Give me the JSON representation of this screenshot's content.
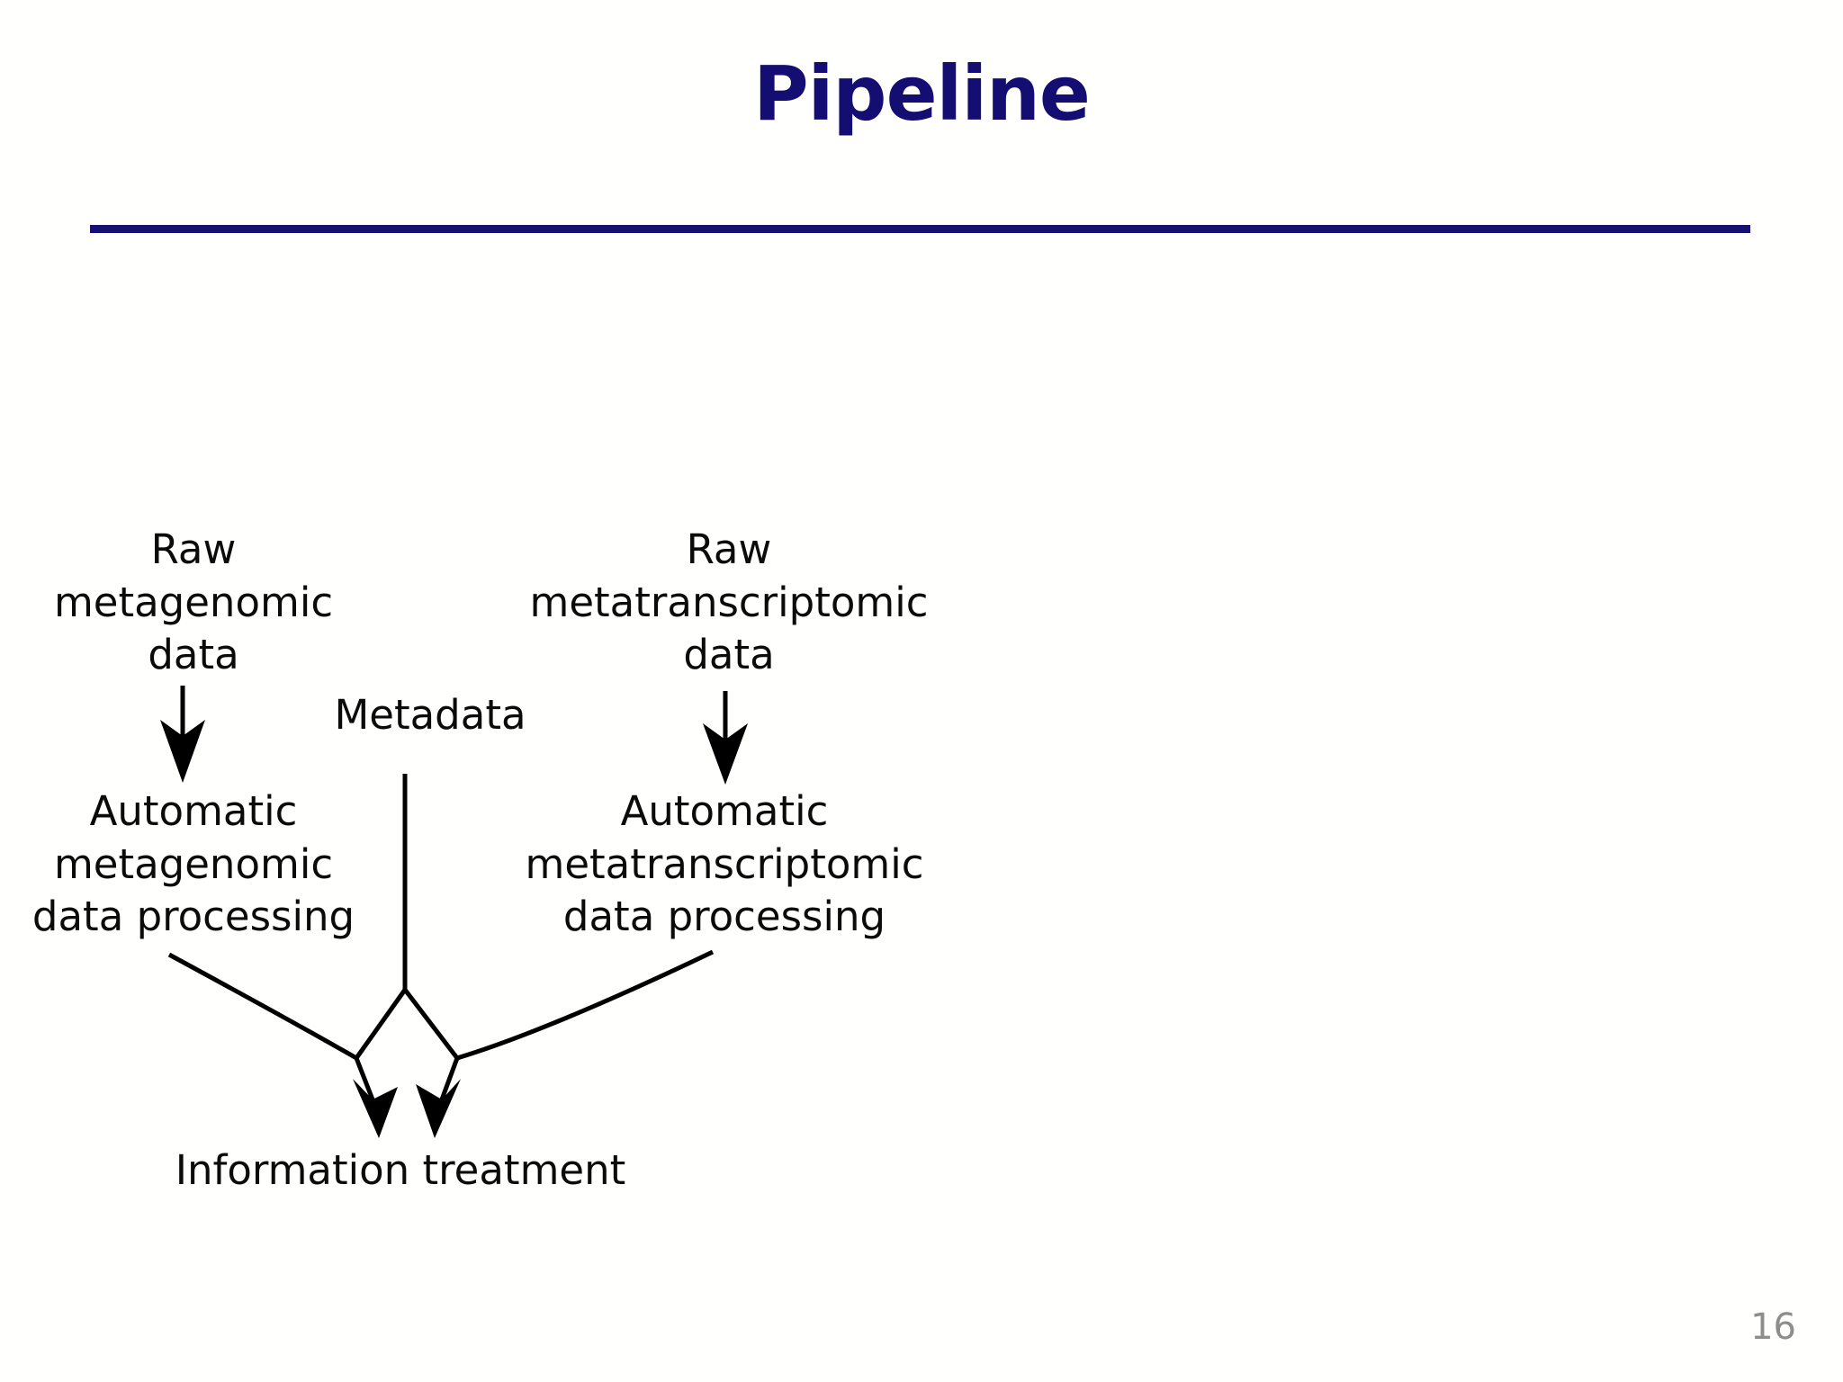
{
  "slide": {
    "title": "Pipeline",
    "page_number": "16",
    "title_color": "#150e72",
    "rule_color": "#161073",
    "text_color": "#0b0b0b",
    "page_number_color": "#8d8d8d",
    "background_color": "#ffffff"
  },
  "diagram": {
    "type": "flowchart",
    "nodes": [
      {
        "id": "raw-metagenomic",
        "label": "Raw\nmetagenomic\ndata"
      },
      {
        "id": "raw-metatranscriptomic",
        "label": "Raw\nmetatranscriptomic\ndata"
      },
      {
        "id": "metadata",
        "label": "Metadata"
      },
      {
        "id": "auto-metagenomic",
        "label": "Automatic\nmetagenomic\ndata processing"
      },
      {
        "id": "auto-metatranscriptomic",
        "label": "Automatic\nmetatranscriptomic\ndata processing"
      },
      {
        "id": "information-treatment",
        "label": "Information treatment"
      }
    ],
    "edges": [
      {
        "from": "raw-metagenomic",
        "to": "auto-metagenomic",
        "style": "straight-arrow"
      },
      {
        "from": "raw-metatranscriptomic",
        "to": "auto-metatranscriptomic",
        "style": "straight-arrow"
      },
      {
        "from": "metadata",
        "to": "information-treatment",
        "style": "split-arrow"
      },
      {
        "from": "auto-metagenomic",
        "to": "information-treatment",
        "style": "curved-arrow"
      },
      {
        "from": "auto-metatranscriptomic",
        "to": "information-treatment",
        "style": "curved-arrow"
      }
    ],
    "line_color": "#000000"
  }
}
